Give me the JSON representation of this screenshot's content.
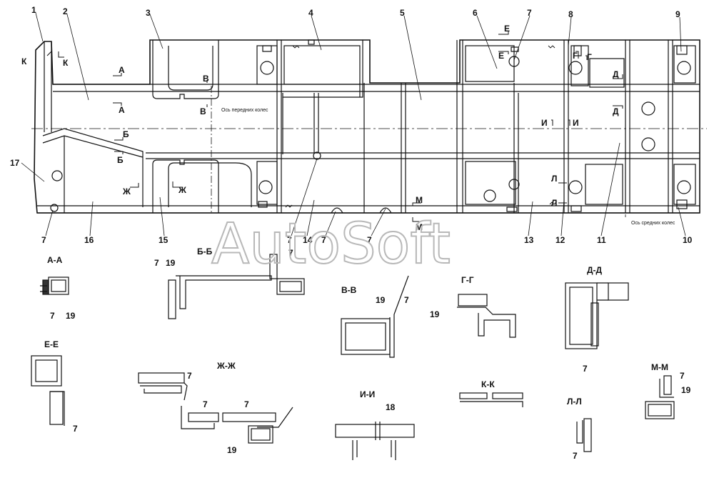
{
  "callouts": {
    "c1": "1",
    "c2": "2",
    "c3": "3",
    "c4": "4",
    "c5": "5",
    "c6": "6",
    "c7": "7",
    "c8": "8",
    "c9": "9",
    "c10": "10",
    "c11": "11",
    "c12": "12",
    "c13": "13",
    "c14": "14",
    "c15": "15",
    "c16": "16",
    "c17": "17",
    "c18": "18",
    "c19": "19"
  },
  "section_marks": {
    "a": "А",
    "b": "Б",
    "v": "В",
    "g": "Г",
    "d": "Д",
    "e": "Е",
    "zh": "Ж",
    "i": "И",
    "k": "К",
    "l": "Л",
    "m": "М"
  },
  "section_titles": {
    "aa": "А-А",
    "bb": "Б-Б",
    "vv": "В-В",
    "gg": "Г-Г",
    "dd": "Д-Д",
    "ee": "Е-Е",
    "zhzh": "Ж-Ж",
    "ii": "И-И",
    "kk": "К-К",
    "ll": "Л-Л",
    "mm": "М-М"
  },
  "annotations": {
    "front_axle": "Ось передних колес",
    "rear_axle": "Ось средних колес"
  },
  "watermark": "AutoSoft"
}
